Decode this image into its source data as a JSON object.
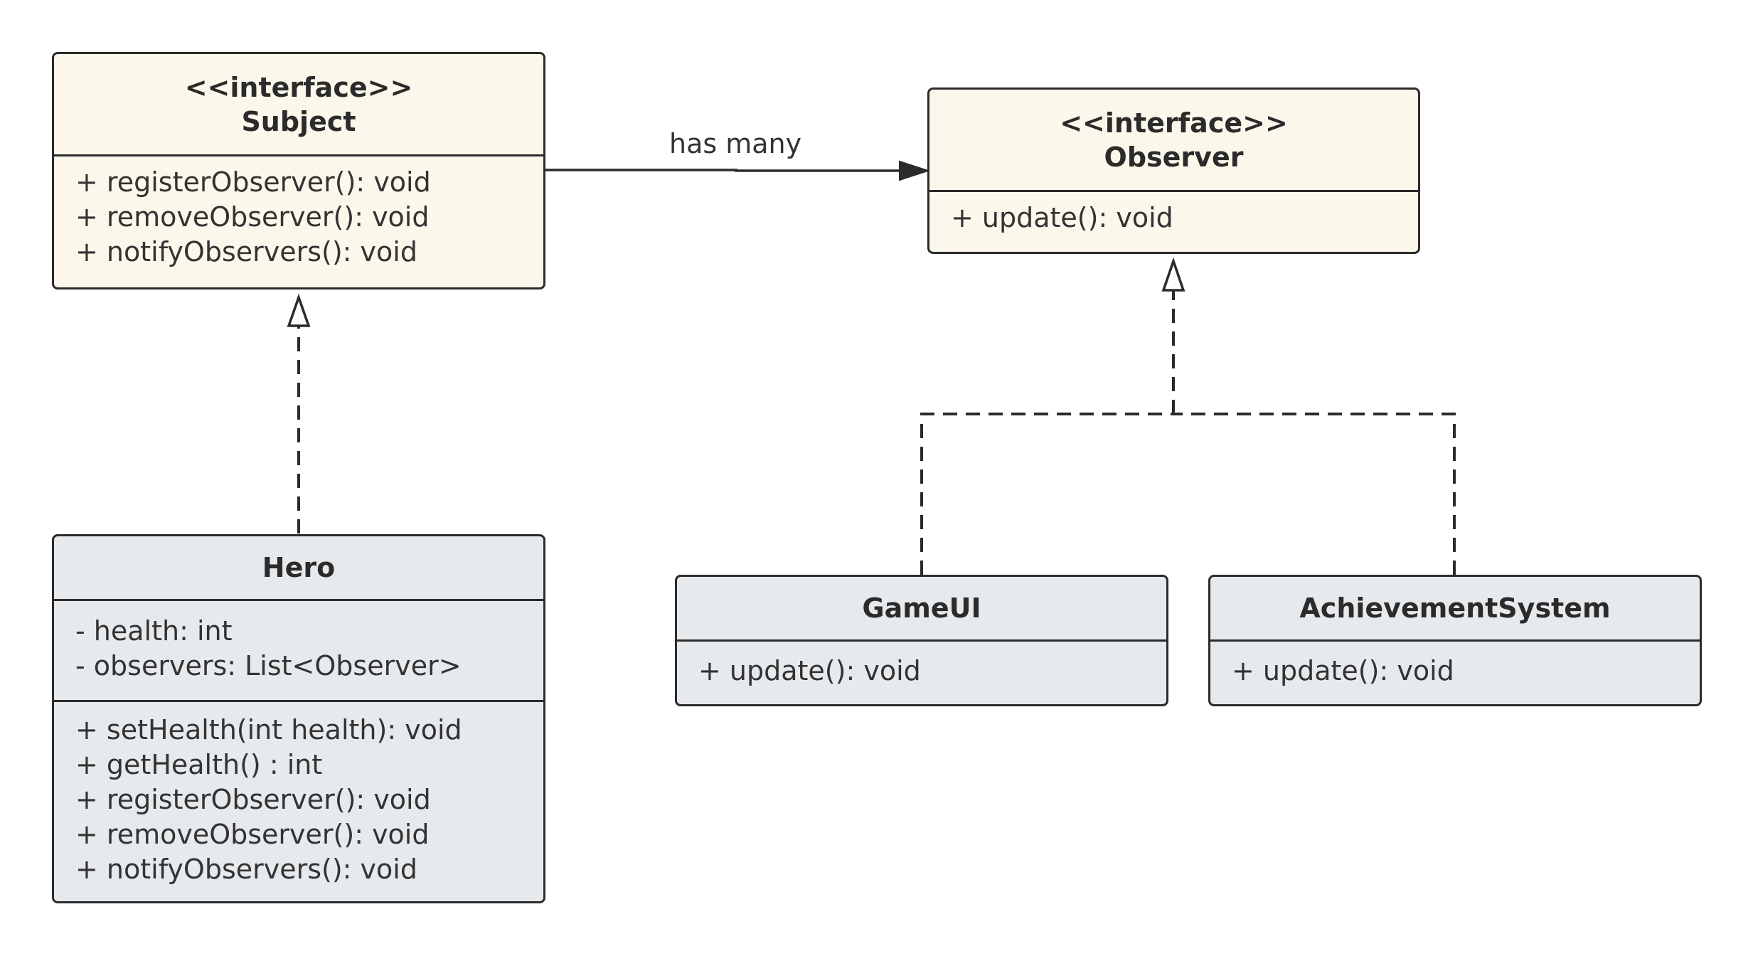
{
  "diagram": {
    "classes": {
      "subject": {
        "stereotype": "<<interface>>",
        "name": "Subject",
        "methods": [
          "+ registerObserver(): void",
          "+ removeObserver(): void",
          "+ notifyObservers(): void"
        ]
      },
      "observer": {
        "stereotype": "<<interface>>",
        "name": "Observer",
        "methods": [
          "+ update(): void"
        ]
      },
      "hero": {
        "name": "Hero",
        "attributes": [
          "- health: int",
          "- observers: List<Observer>"
        ],
        "methods": [
          "+ setHealth(int health): void",
          "+ getHealth() : int",
          "+ registerObserver(): void",
          "+ removeObserver(): void",
          "+ notifyObservers(): void"
        ]
      },
      "gameui": {
        "name": "GameUI",
        "methods": [
          "+ update(): void"
        ]
      },
      "achievement": {
        "name": "AchievementSystem",
        "methods": [
          "+ update(): void"
        ]
      }
    },
    "relations": {
      "association_label": "has many"
    },
    "colors": {
      "interface_fill": "#fbf8eb",
      "class_fill": "#e7eaed",
      "stroke": "#2b2b2b",
      "text": "#333333"
    }
  }
}
